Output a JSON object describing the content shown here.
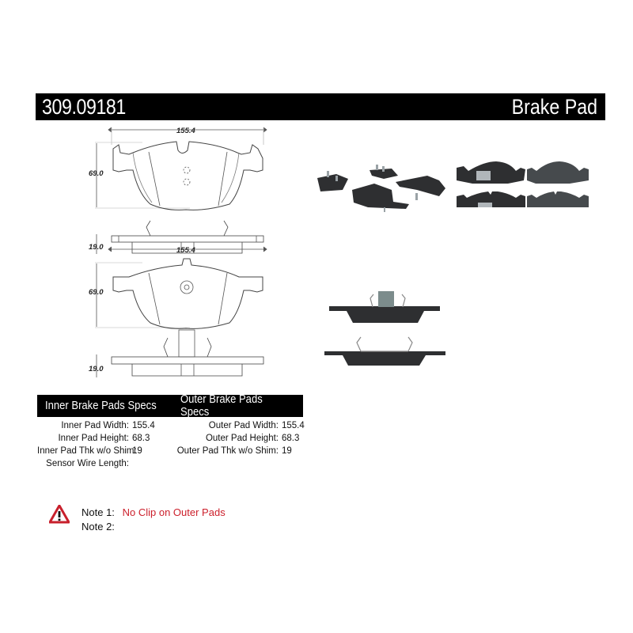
{
  "header": {
    "part_number": "309.09181",
    "product_type": "Brake Pad"
  },
  "drawing": {
    "top_view_inner": {
      "width_label": "155.4",
      "height_label": "69.0"
    },
    "side_view_inner": {
      "thickness_label": "19.0"
    },
    "top_view_outer": {
      "width_label": "155.4",
      "height_label": "69.0"
    },
    "side_view_outer": {
      "thickness_label": "19.0"
    }
  },
  "photos": [
    {
      "name": "pad-set-angled-view"
    },
    {
      "name": "pad-set-front-back-view"
    },
    {
      "name": "pad-side-profile-view"
    }
  ],
  "specs": {
    "inner": {
      "title": "Inner Brake Pads Specs",
      "rows": [
        {
          "label": "Inner Pad Width:",
          "value": "155.4"
        },
        {
          "label": "Inner Pad Height:",
          "value": "68.3"
        },
        {
          "label": "Inner Pad Thk w/o Shim:",
          "value": "19"
        },
        {
          "label": "Sensor Wire Length:",
          "value": ""
        }
      ]
    },
    "outer": {
      "title": "Outer Brake Pads Specs",
      "rows": [
        {
          "label": "Outer Pad Width:",
          "value": "155.4"
        },
        {
          "label": "Outer Pad Height:",
          "value": "68.3"
        },
        {
          "label": "Outer Pad Thk w/o Shim:",
          "value": "19"
        }
      ]
    }
  },
  "notes": {
    "icon": "warning-triangle-icon",
    "note1_label": "Note 1:",
    "note1_text": "No Clip on Outer Pads",
    "note2_label": "Note 2:",
    "note2_text": ""
  },
  "colors": {
    "header_bg": "#000000",
    "header_text": "#ffffff",
    "note_red": "#cc1f2b",
    "pad_dark": "#2e2f31",
    "pad_friction": "#4a4c4f"
  }
}
